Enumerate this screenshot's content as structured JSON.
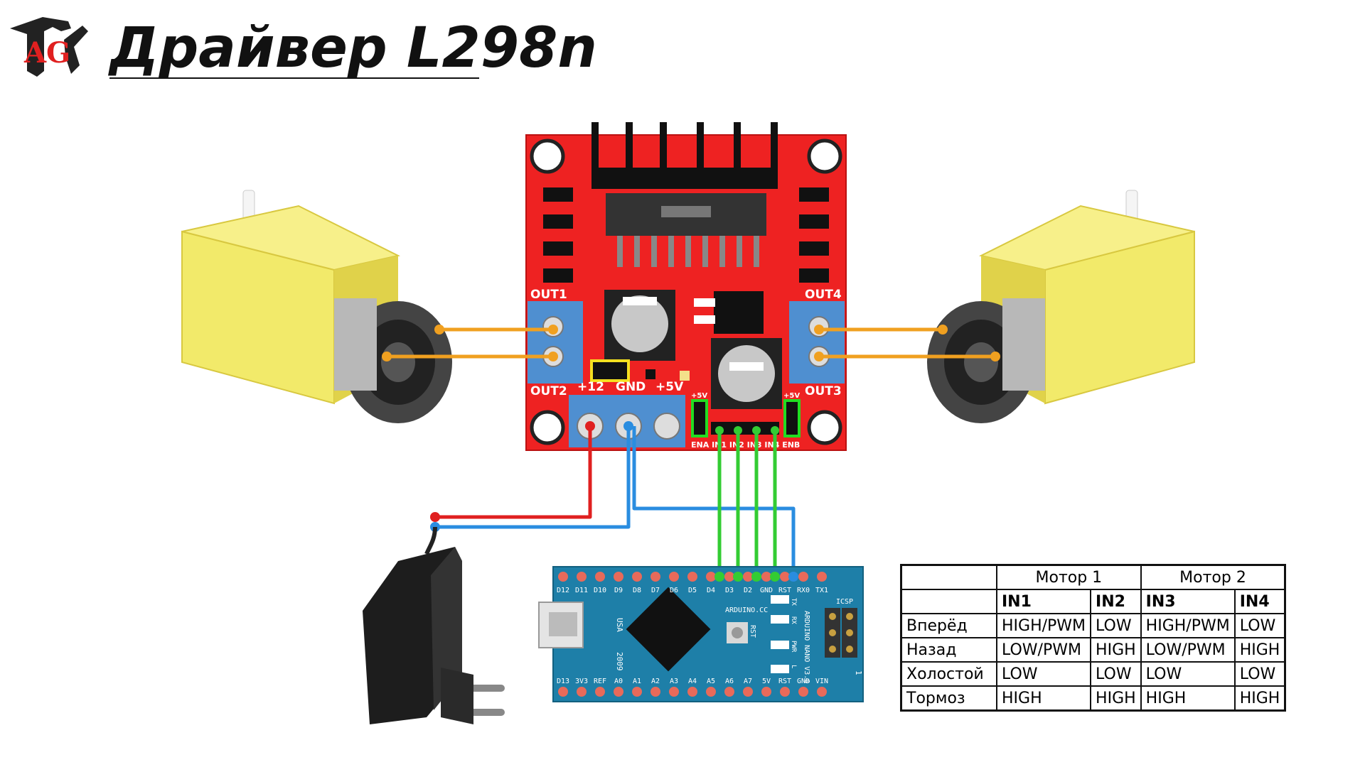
{
  "title": "Драйвер L298n",
  "logo_text": "AG",
  "driver": {
    "out1": "OUT1",
    "out2": "OUT2",
    "out3": "OUT3",
    "out4": "OUT4",
    "v12": "+12",
    "gnd": "GND",
    "v5": "+5V",
    "jumper_5v_left": "+5V",
    "jumper_5v_right": "+5V",
    "bottom_pins": "ENA IN1 IN2 IN3 IN4 ENB"
  },
  "arduino": {
    "top_pins": [
      "D12",
      "D11",
      "D10",
      "D9",
      "D8",
      "D7",
      "D6",
      "D5",
      "D4",
      "D3",
      "D2",
      "GND",
      "RST",
      "RX0",
      "TX1"
    ],
    "bottom_pins": [
      "D13",
      "3V3",
      "REF",
      "A0",
      "A1",
      "A2",
      "A3",
      "A4",
      "A5",
      "A6",
      "A7",
      "5V",
      "RST",
      "GND",
      "VIN"
    ],
    "usa": "USA",
    "year": "2009",
    "model": "ARDUINO.CC",
    "name": "ARDUINO NANO V3.0",
    "icsp": "ICSP",
    "tx": "TX",
    "rx": "RX",
    "pwr": "PWR",
    "l": "L",
    "rst": "RST",
    "one": "1"
  },
  "table": {
    "groups": [
      "Мотор 1",
      "Мотор 2"
    ],
    "pins": [
      "IN1",
      "IN2",
      "IN3",
      "IN4"
    ],
    "rows": [
      {
        "label": "Вперёд",
        "values": [
          "HIGH/PWM",
          "LOW",
          "HIGH/PWM",
          "LOW"
        ]
      },
      {
        "label": "Назад",
        "values": [
          "LOW/PWM",
          "HIGH",
          "LOW/PWM",
          "HIGH"
        ]
      },
      {
        "label": "Холостой",
        "values": [
          "LOW",
          "LOW",
          "LOW",
          "LOW"
        ]
      },
      {
        "label": "Тормоз",
        "values": [
          "HIGH",
          "HIGH",
          "HIGH",
          "HIGH"
        ]
      }
    ]
  },
  "colors": {
    "board": "#ee2222",
    "arduino": "#1e7fa8",
    "motor": "#f2ea6a",
    "wire_motor": "#f0a020",
    "wire_power": "#e02020",
    "wire_gnd": "#2a8de0",
    "wire_signal": "#33cc33"
  }
}
